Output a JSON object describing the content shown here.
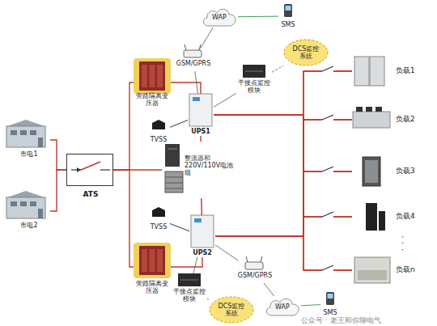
{
  "diagram": {
    "nodes": [
      {
        "text": [
          "WAP"
        ]
      },
      {
        "text": [
          "SMS"
        ]
      },
      {
        "text": [
          "GSM/GPRS"
        ]
      },
      {
        "text": [
          "DCS监控系统"
        ]
      },
      {
        "text": [
          "干接点监控模块"
        ]
      },
      {
        "text": [
          "旁路隔离变压器"
        ]
      },
      {
        "text": [
          "UPS1"
        ]
      },
      {
        "text": [
          "TVSS"
        ]
      },
      {
        "text": [
          "整流器和220V/110V电池组"
        ]
      },
      {
        "text": [
          "TVSS"
        ]
      },
      {
        "text": [
          "UPS2"
        ]
      },
      {
        "text": [
          "旁路隔离变压器"
        ]
      },
      {
        "text": [
          "干接点监控模块"
        ]
      },
      {
        "text": [
          "GSM/GPRS"
        ]
      },
      {
        "text": [
          "DCS监控系统"
        ]
      },
      {
        "text": [
          "WAP"
        ]
      },
      {
        "text": [
          "SMS"
        ]
      },
      {
        "text": [
          "市电1"
        ]
      },
      {
        "text": [
          "市电2"
        ]
      },
      {
        "text": [
          "ATS"
        ]
      },
      {
        "text": [
          "负载1"
        ]
      },
      {
        "text": [
          "负载2"
        ]
      },
      {
        "text": [
          "负载3"
        ]
      },
      {
        "text": [
          "负载4"
        ]
      },
      {
        "text": [
          "负载n"
        ]
      }
    ],
    "edges": [
      {
        "from": 17,
        "to": 19,
        "arrow": "none"
      },
      {
        "from": 18,
        "to": 19,
        "arrow": "none"
      },
      {
        "from": 19,
        "to": 5,
        "arrow": "none"
      },
      {
        "from": 19,
        "to": 11,
        "arrow": "none"
      },
      {
        "from": 19,
        "to": 8,
        "arrow": "none"
      },
      {
        "from": 5,
        "to": 6,
        "arrow": "none"
      },
      {
        "from": 11,
        "to": 10,
        "arrow": "none"
      },
      {
        "from": 8,
        "to": 6,
        "arrow": "none"
      },
      {
        "from": 8,
        "to": 10,
        "arrow": "none"
      },
      {
        "from": 7,
        "to": 6,
        "arrow": "none"
      },
      {
        "from": 9,
        "to": 10,
        "arrow": "none"
      },
      {
        "from": 6,
        "to": 20,
        "arrow": "none"
      },
      {
        "from": 6,
        "to": 21,
        "arrow": "none"
      },
      {
        "from": 6,
        "to": 22,
        "arrow": "none"
      },
      {
        "from": 6,
        "to": 23,
        "arrow": "none"
      },
      {
        "from": 6,
        "to": 24,
        "arrow": "none"
      },
      {
        "from": 10,
        "to": 20,
        "arrow": "none"
      },
      {
        "from": 10,
        "to": 21,
        "arrow": "none"
      },
      {
        "from": 10,
        "to": 22,
        "arrow": "none"
      },
      {
        "from": 10,
        "to": 23,
        "arrow": "none"
      },
      {
        "from": 10,
        "to": 24,
        "arrow": "none"
      },
      {
        "from": 6,
        "to": 2,
        "arrow": "none"
      },
      {
        "from": 2,
        "to": 0,
        "arrow": "none"
      },
      {
        "from": 0,
        "to": 1,
        "arrow": "none"
      },
      {
        "from": 6,
        "to": 4,
        "arrow": "none"
      },
      {
        "from": 4,
        "to": 3,
        "arrow": "none"
      },
      {
        "from": 10,
        "to": 13,
        "arrow": "none"
      },
      {
        "from": 13,
        "to": 15,
        "arrow": "none"
      },
      {
        "from": 15,
        "to": 16,
        "arrow": "none"
      },
      {
        "from": 10,
        "to": 12,
        "arrow": "none"
      },
      {
        "from": 12,
        "to": 14,
        "arrow": "none"
      }
    ],
    "labels": [
      "·",
      "·",
      "·",
      "公众号 · 老王和你聊电气"
    ]
  }
}
